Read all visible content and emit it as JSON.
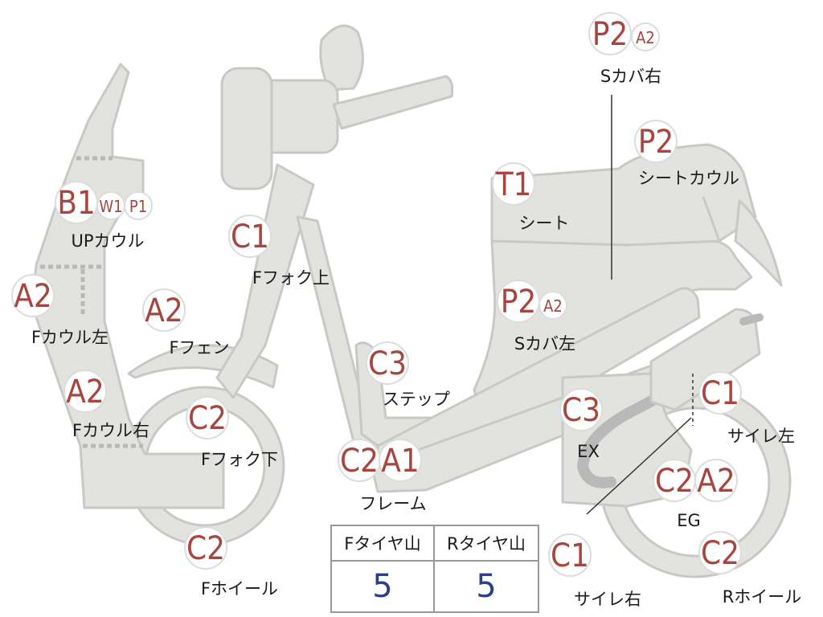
{
  "parts": {
    "up_cowl": {
      "label": "UPカウル",
      "grades": [
        "B1",
        "W1",
        "P1"
      ]
    },
    "f_cowl_left": {
      "label": "Fカウル左",
      "grades": [
        "A2"
      ]
    },
    "f_cowl_right": {
      "label": "Fカウル右",
      "grades": [
        "A2"
      ]
    },
    "f_fender": {
      "label": "Fフェン",
      "grades": [
        "A2"
      ]
    },
    "f_fork_upper": {
      "label": "Fフォク上",
      "grades": [
        "C1"
      ]
    },
    "f_fork_lower": {
      "label": "Fフォク下",
      "grades": [
        "C2"
      ]
    },
    "f_wheel": {
      "label": "Fホイール",
      "grades": [
        "C2"
      ]
    },
    "step": {
      "label": "ステップ",
      "grades": [
        "C3"
      ]
    },
    "frame": {
      "label": "フレーム",
      "grades": [
        "C2",
        "A1"
      ]
    },
    "seat": {
      "label": "シート",
      "grades": [
        "T1"
      ]
    },
    "seat_cowl": {
      "label": "シートカウル",
      "grades": [
        "P2"
      ]
    },
    "s_cover_right": {
      "label": "Sカバ右",
      "grades": [
        "P2",
        "A2"
      ]
    },
    "s_cover_left": {
      "label": "Sカバ左",
      "grades": [
        "P2",
        "A2"
      ]
    },
    "exhaust": {
      "label": "EX",
      "grades": [
        "C3"
      ]
    },
    "muffler_left": {
      "label": "サイレ左",
      "grades": [
        "C1"
      ]
    },
    "muffler_right": {
      "label": "サイレ右",
      "grades": [
        "C1"
      ]
    },
    "engine": {
      "label": "EG",
      "grades": [
        "C2",
        "A2"
      ]
    },
    "r_wheel": {
      "label": "Rホイール",
      "grades": [
        "C2"
      ]
    }
  },
  "tire_table": {
    "front_header": "Fタイヤ山",
    "rear_header": "Rタイヤ山",
    "front_value": "5",
    "rear_value": "5"
  },
  "colors": {
    "part_fill": "#e2e2de",
    "part_stroke": "#c8c8c4",
    "grade_text": "#a8453e",
    "tire_value": "#2d3f8a"
  }
}
